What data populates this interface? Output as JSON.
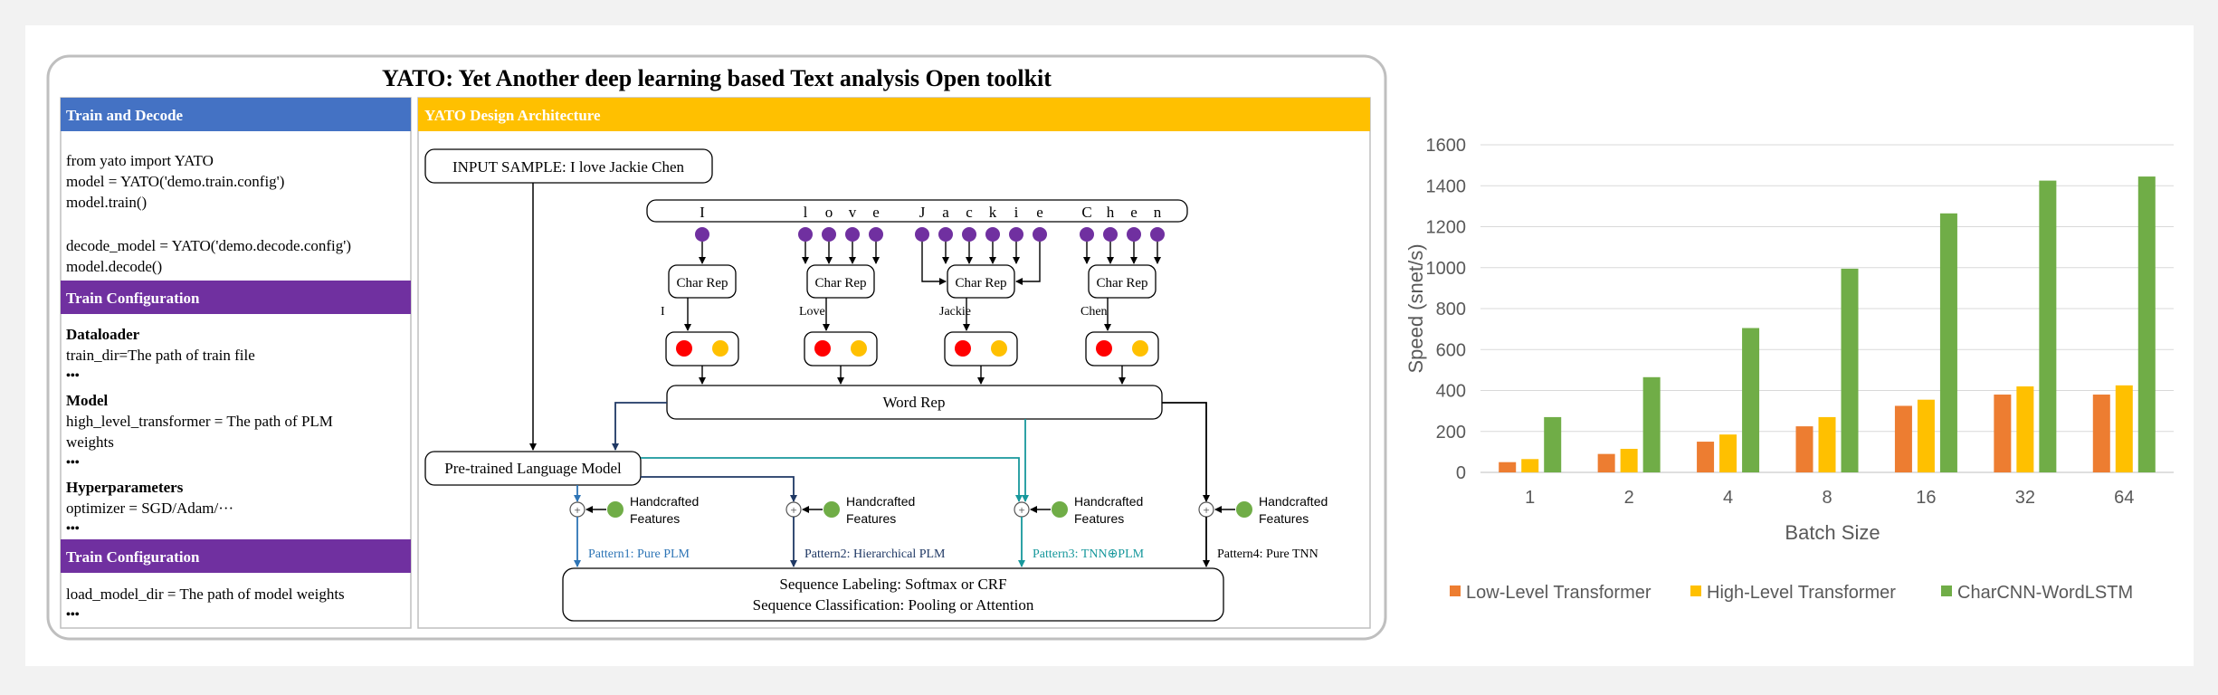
{
  "diagram": {
    "title": "YATO: Yet Another deep learning based Text analysis Open toolkit",
    "train_decode": {
      "header": "Train and Decode",
      "lines": [
        "from yato import YATO",
        "model = YATO('demo.train.config')",
        "model.train()",
        "",
        "decode_model = YATO('demo.decode.config')",
        "model.decode()"
      ]
    },
    "train_config": {
      "header": "Train Configuration",
      "dataloader_heading": "Dataloader",
      "dataloader_line": "train_dir=The path of train file",
      "ellipsis": "•••",
      "model_heading": "Model",
      "model_line1": "high_level_transformer = The path of PLM",
      "model_line2": "weights",
      "hyper_heading": "Hyperparameters",
      "hyper_line": "optimizer = SGD/Adam/···"
    },
    "train_config2": {
      "header": "Train Configuration",
      "line": "load_model_dir = The path of model weights"
    },
    "architecture": {
      "header": "YATO Design Architecture",
      "input_sample": "INPUT SAMPLE: I love Jackie Chen",
      "chars": [
        "I",
        "l",
        "o",
        "v",
        "e",
        "J",
        "a",
        "c",
        "k",
        "i",
        "e",
        "C",
        "h",
        "e",
        "n"
      ],
      "char_rep": "Char Rep",
      "words": [
        "I",
        "Love",
        "Jackie",
        "Chen"
      ],
      "word_rep": "Word Rep",
      "plm": "Pre-trained Language Model",
      "handcrafted": [
        "Handcrafted",
        "Features"
      ],
      "patterns": [
        "Pattern1: Pure PLM",
        "Pattern2: Hierarchical PLM",
        "Pattern3: TNN⊕PLM",
        "Pattern4: Pure TNN"
      ],
      "output_line1": "Sequence Labeling: Softmax or CRF",
      "output_line2": "Sequence Classification: Pooling or Attention",
      "colors": {
        "blue_header": "#4472c4",
        "purple_header": "#7030a0",
        "yellow_header": "#ffc000",
        "dot_purple": "#7030a0",
        "dot_red": "#ff0000",
        "dot_yellow": "#ffc000",
        "dot_green": "#70ad47",
        "p1": "#2e75b6",
        "p2": "#1f3864",
        "p3": "#17989c",
        "p4": "#000000"
      }
    }
  },
  "chart_data": {
    "type": "bar",
    "categories": [
      "1",
      "2",
      "4",
      "8",
      "16",
      "32",
      "64"
    ],
    "series": [
      {
        "name": "Low-Level Transformer",
        "color": "#ed7d31",
        "values": [
          50,
          90,
          150,
          225,
          325,
          380,
          380
        ]
      },
      {
        "name": "High-Level Transformer",
        "color": "#ffc000",
        "values": [
          65,
          115,
          185,
          270,
          355,
          420,
          425
        ]
      },
      {
        "name": "CharCNN-WordLSTM",
        "color": "#70ad47",
        "values": [
          270,
          465,
          705,
          995,
          1265,
          1425,
          1445
        ]
      }
    ],
    "yticks": [
      0,
      200,
      400,
      600,
      800,
      1000,
      1200,
      1400,
      1600
    ],
    "ylim": [
      0,
      1600
    ],
    "xlabel": "Batch Size",
    "ylabel": "Speed (snet/s)",
    "grid": true,
    "legend_position": "bottom"
  }
}
